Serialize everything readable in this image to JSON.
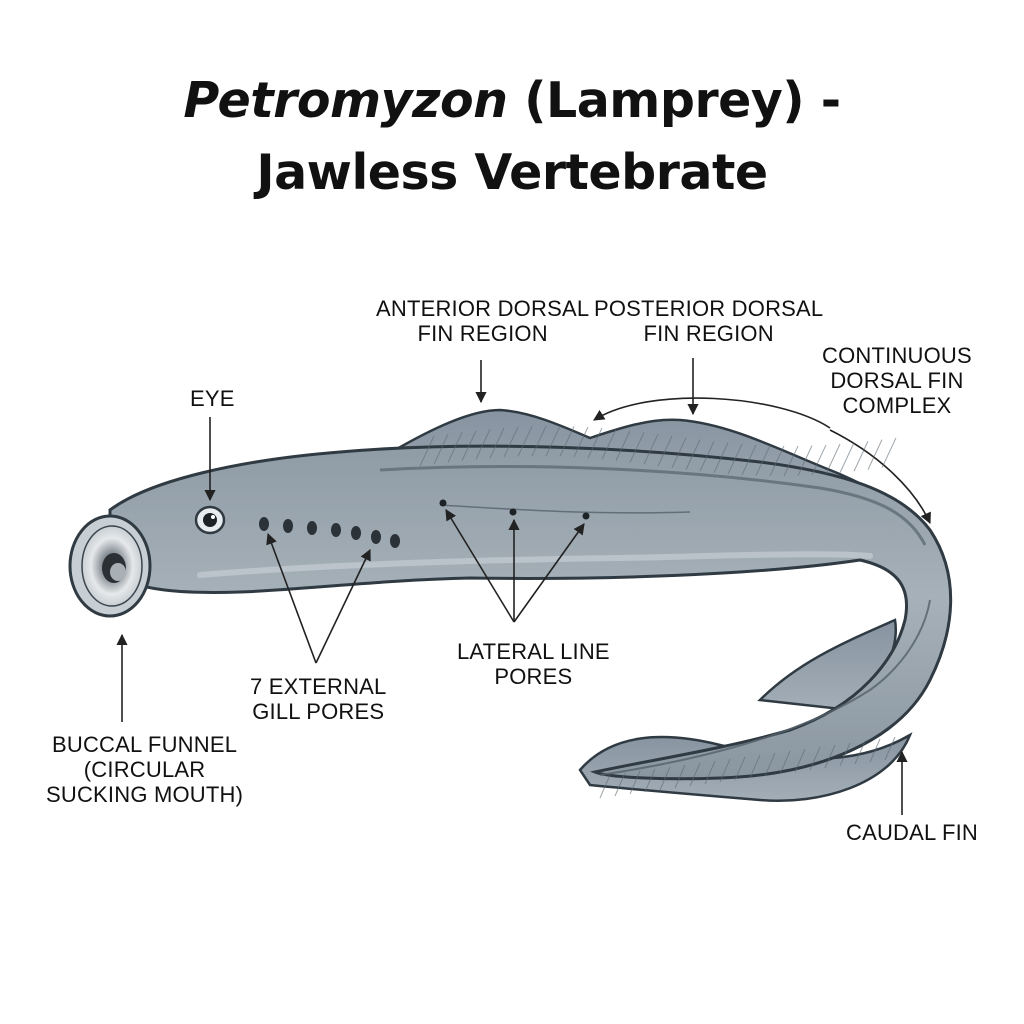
{
  "title": {
    "italic": "Petromyzon",
    "rest": " (Lamprey) -",
    "line2": "Jawless Vertebrate"
  },
  "labels": {
    "anterior_dorsal": [
      "ANTERIOR DORSAL",
      "FIN REGION"
    ],
    "posterior_dorsal": [
      "POSTERIOR DORSAL",
      "FIN REGION"
    ],
    "continuous_dorsal": [
      "CONTINUOUS",
      "DORSAL FIN",
      "COMPLEX"
    ],
    "eye": [
      "EYE"
    ],
    "gill_pores": [
      "7 EXTERNAL",
      "GILL PORES"
    ],
    "lateral_line": [
      "LATERAL LINE",
      "PORES"
    ],
    "buccal_funnel": [
      "BUCCAL FUNNEL",
      "(CIRCULAR",
      "SUCKING MOUTH)"
    ],
    "caudal_fin": [
      "CAUDAL FIN"
    ]
  },
  "colors": {
    "body": "#96a2ab",
    "body_light": "#b4bec6",
    "body_dark": "#6f7c86",
    "outline": "#2f3a42",
    "text": "#111111"
  }
}
